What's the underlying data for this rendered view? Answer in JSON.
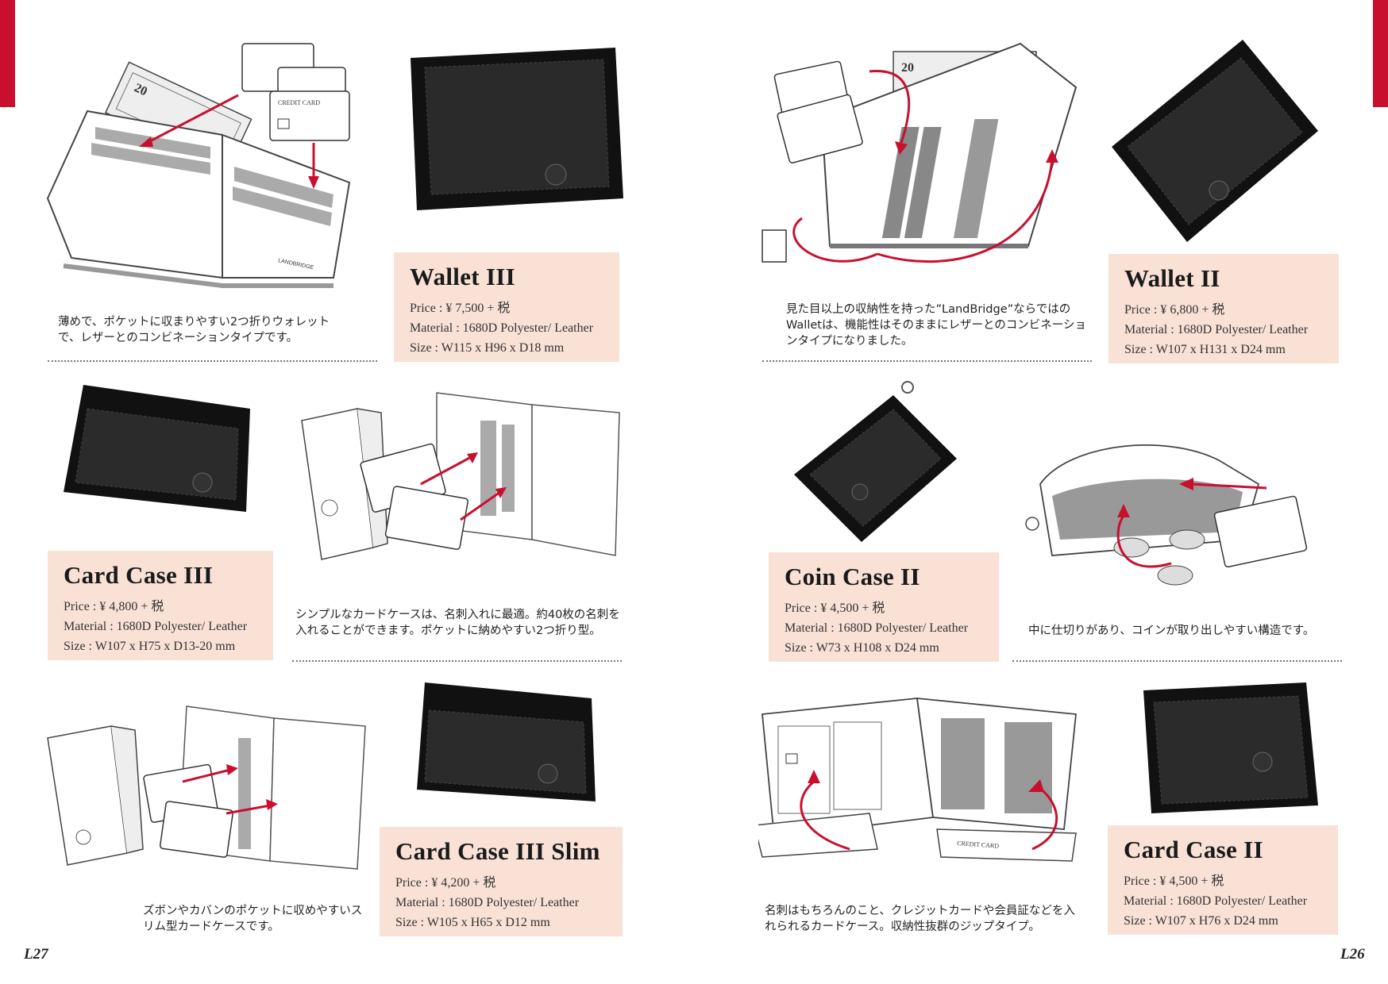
{
  "pages": {
    "left_number": "L27",
    "right_number": "L26"
  },
  "colors": {
    "accent_red": "#c8102e",
    "card_bg": "#f9e1d6"
  },
  "products": {
    "wallet3": {
      "name": "Wallet III",
      "price": "Price : ¥ 7,500 + 税",
      "material": "Material : 1680D Polyester/ Leather",
      "size": "Size : W115 x H96 x D18 mm",
      "description": "薄めで、ポケットに収まりやすい2つ折りウォレットで、レザーとのコンビネーションタイプです。"
    },
    "cardcase3": {
      "name": "Card Case III",
      "price": "Price : ¥ 4,800 + 税",
      "material": "Material : 1680D Polyester/ Leather",
      "size": "Size : W107 x H75 x D13-20 mm",
      "description": "シンプルなカードケースは、名刺入れに最適。約40枚の名刺を入れることができます。ポケットに納めやすい2つ折り型。"
    },
    "cardcase3slim": {
      "name": "Card Case III Slim",
      "price": "Price : ¥ 4,200 + 税",
      "material": "Material : 1680D Polyester/ Leather",
      "size": "Size : W105 x H65 x D12 mm",
      "description": "ズボンやカバンのポケットに収めやすいスリム型カードケースです。"
    },
    "wallet2": {
      "name": "Wallet II",
      "price": "Price : ¥ 6,800 + 税",
      "material": "Material : 1680D Polyester/ Leather",
      "size": "Size : W107 x H131 x D24 mm",
      "description": "見た目以上の収納性を持った”LandBridge”ならではのWalletは、機能性はそのままにレザーとのコンビネーションタイプになりました。"
    },
    "coincase2": {
      "name": "Coin Case II",
      "price": "Price : ¥ 4,500 + 税",
      "material": "Material : 1680D Polyester/ Leather",
      "size": "Size : W73 x H108 x D24 mm",
      "description": "中に仕切りがあり、コインが取り出しやすい構造です。"
    },
    "cardcase2": {
      "name": "Card Case II",
      "price": "Price : ¥ 4,500 + 税",
      "material": "Material : 1680D Polyester/ Leather",
      "size": "Size : W107 x H76  x D24 mm",
      "description": "名刺はもちろんのこと、クレジットカードや会員証などを入れられるカードケース。収納性抜群のジップタイプ。"
    }
  },
  "illustration_labels": {
    "credit_card": "CREDIT CARD",
    "brand_logo": "LANDBRIDGE"
  }
}
